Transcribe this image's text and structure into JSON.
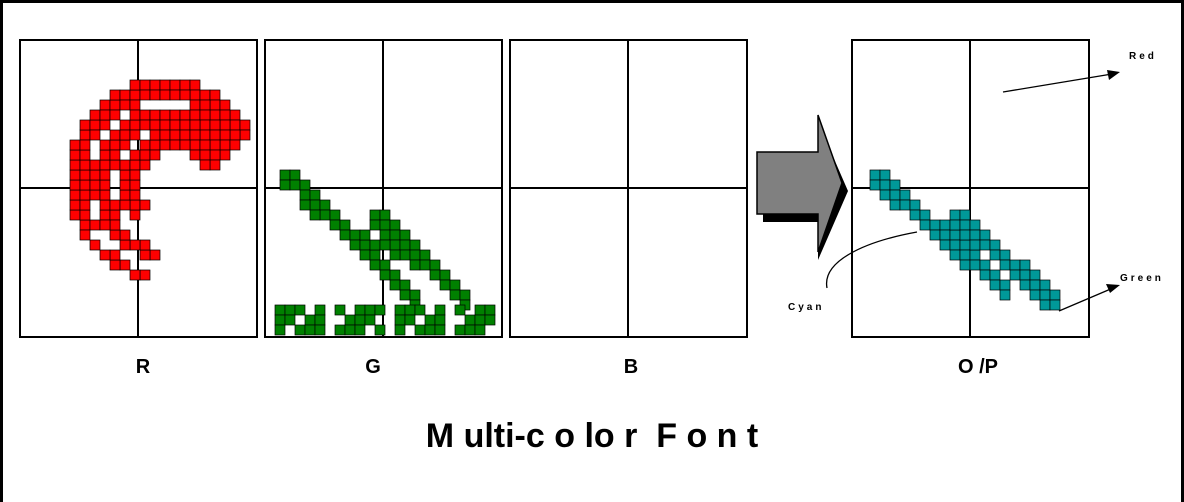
{
  "panels": [
    {
      "id": "r",
      "label": "R",
      "pixel_color": "#ff0000"
    },
    {
      "id": "g",
      "label": "G",
      "pixel_color": "#008000"
    },
    {
      "id": "b",
      "label": "B",
      "pixel_color": null
    },
    {
      "id": "op",
      "label": "O /P",
      "pixel_color": "#009999"
    }
  ],
  "annotations": {
    "red": "Red",
    "green": "Green",
    "cyan": "Cyan"
  },
  "title": "M ulti-c o lo r  F o n t",
  "icons": {
    "arrow": "big-right-arrow-icon"
  },
  "colors": {
    "red": "#ff0000",
    "green": "#008000",
    "cyan": "#009999",
    "arrow_gray": "#808080"
  }
}
